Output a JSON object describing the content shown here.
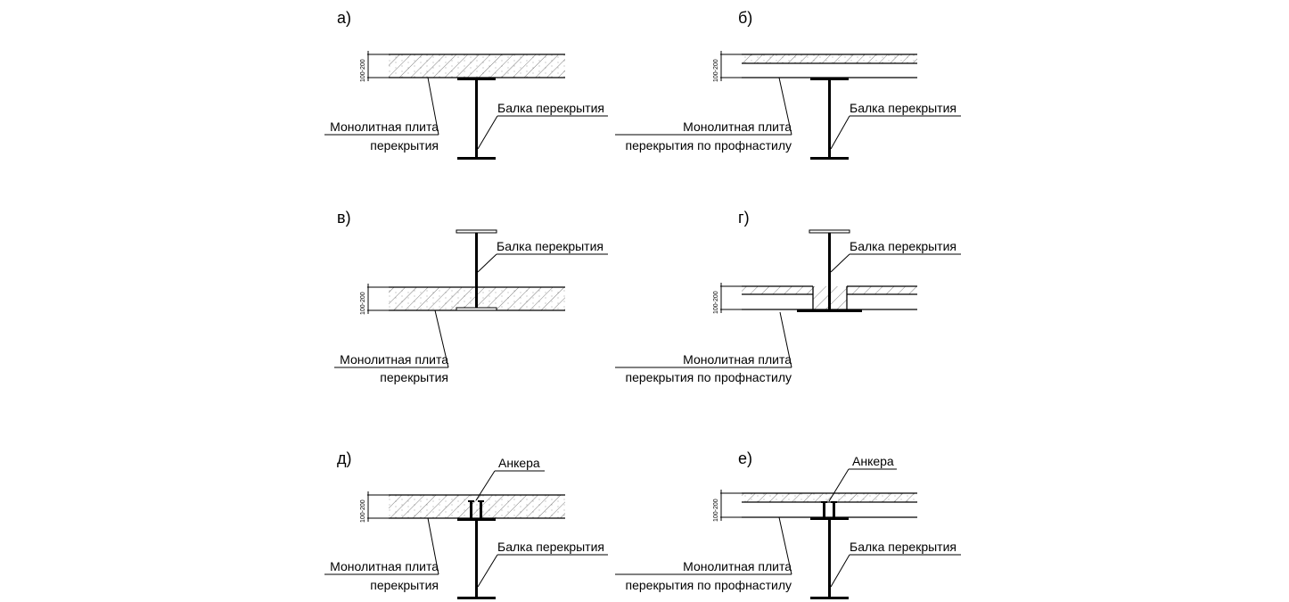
{
  "panels": {
    "a": {
      "letter": "а)",
      "dim": "100-200",
      "slab_label_1": "Монолитная плита",
      "slab_label_2": "перекрытия",
      "beam_label": "Балка перекрытия"
    },
    "b": {
      "letter": "б)",
      "dim": "100-200",
      "slab_label_1": "Монолитная плита",
      "slab_label_2": "перекрытия по профнастилу",
      "beam_label": "Балка перекрытия"
    },
    "v": {
      "letter": "в)",
      "dim": "100-200",
      "slab_label_1": "Монолитная плита",
      "slab_label_2": "перекрытия",
      "beam_label": "Балка перекрытия"
    },
    "g": {
      "letter": "г)",
      "dim": "100-200",
      "slab_label_1": "Монолитная плита",
      "slab_label_2": "перекрытия по профнастилу",
      "beam_label": "Балка перекрытия"
    },
    "d": {
      "letter": "д)",
      "dim": "100-200",
      "slab_label_1": "Монолитная плита",
      "slab_label_2": "перекрытия",
      "beam_label": "Балка перекрытия",
      "anchor_label": "Анкера"
    },
    "e": {
      "letter": "е)",
      "dim": "100-200",
      "slab_label_1": "Монолитная плита",
      "slab_label_2": "перекрытия по профнастилу",
      "beam_label": "Балка перекрытия",
      "anchor_label": "Анкера"
    }
  }
}
